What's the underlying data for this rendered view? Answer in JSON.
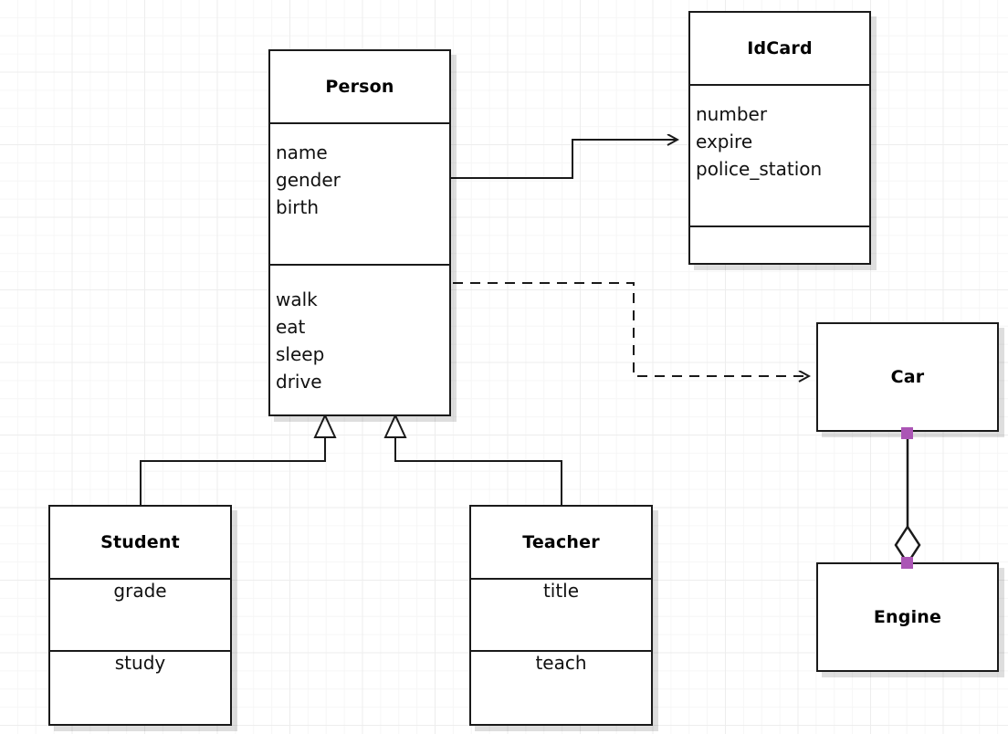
{
  "diagram": {
    "kind": "uml-class-diagram",
    "background": "#ffffff",
    "grid_color": "#ededed",
    "line_color": "#1a1a1a",
    "port_color": "#ab55b5"
  },
  "classes": {
    "person": {
      "name": "Person",
      "attributes": [
        "name",
        "gender",
        "birth"
      ],
      "operations": [
        "walk",
        "eat",
        "sleep",
        "drive"
      ]
    },
    "idcard": {
      "name": "IdCard",
      "attributes": [
        "number",
        "expire",
        "police_station"
      ],
      "operations": []
    },
    "car": {
      "name": "Car",
      "attributes": [],
      "operations": []
    },
    "engine": {
      "name": "Engine",
      "attributes": [],
      "operations": []
    },
    "student": {
      "name": "Student",
      "attributes": [
        "grade"
      ],
      "operations": [
        "study"
      ]
    },
    "teacher": {
      "name": "Teacher",
      "attributes": [
        "title"
      ],
      "operations": [
        "teach"
      ]
    }
  },
  "relationships": [
    {
      "id": "person-idcard",
      "type": "association",
      "from": "Person",
      "to": "IdCard",
      "style": "solid",
      "head": "open-arrow"
    },
    {
      "id": "person-car",
      "type": "dependency",
      "from": "Person",
      "to": "Car",
      "style": "dashed",
      "head": "open-arrow"
    },
    {
      "id": "student-person",
      "type": "generalization",
      "from": "Student",
      "to": "Person",
      "style": "solid",
      "head": "hollow-triangle"
    },
    {
      "id": "teacher-person",
      "type": "generalization",
      "from": "Teacher",
      "to": "Person",
      "style": "solid",
      "head": "hollow-triangle"
    },
    {
      "id": "engine-car",
      "type": "aggregation",
      "from": "Engine",
      "to": "Car",
      "style": "solid",
      "head": "hollow-diamond"
    }
  ]
}
